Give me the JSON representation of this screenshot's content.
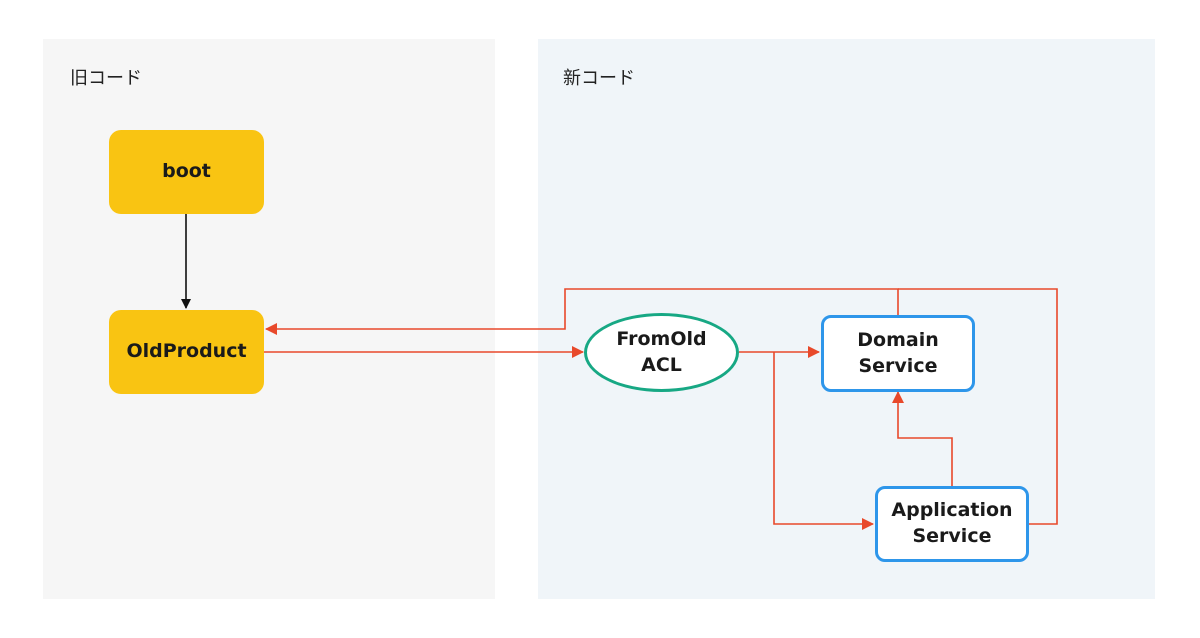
{
  "panels": {
    "old": {
      "title": "旧コード"
    },
    "new": {
      "title": "新コード"
    }
  },
  "nodes": {
    "boot": "boot",
    "old_product": "OldProduct",
    "from_old_acl": "FromOld\nACL",
    "domain_service": "Domain\nService",
    "application_service": "Application\nService"
  },
  "colors": {
    "old_panel_bg": "#f6f6f6",
    "new_panel_bg": "#f0f5f9",
    "old_node_fill": "#f9c412",
    "service_border": "#2e96ea",
    "acl_border": "#17a884",
    "arrow_red": "#e8492b",
    "arrow_black": "#111111"
  },
  "edges": [
    {
      "from": "boot",
      "to": "OldProduct",
      "color": "black"
    },
    {
      "from": "OldProduct",
      "to": "FromOld ACL",
      "color": "red"
    },
    {
      "from": "FromOld ACL",
      "to": "Domain Service",
      "color": "red"
    },
    {
      "from": "FromOld ACL",
      "to": "Application Service",
      "color": "red"
    },
    {
      "from": "Application Service",
      "to": "Domain Service",
      "color": "red"
    },
    {
      "from": "Domain Service",
      "to": "OldProduct",
      "color": "red"
    },
    {
      "from": "Application Service",
      "to": "OldProduct",
      "color": "red"
    }
  ]
}
